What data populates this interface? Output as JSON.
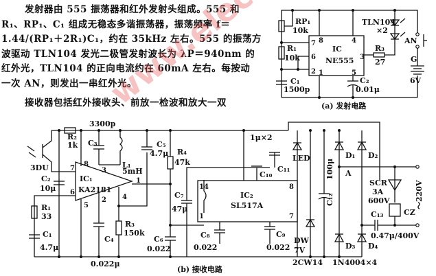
{
  "paragraph": {
    "lines": [
      "发射器由 555 振荡器和红外发射头组成。555 和",
      "R₁、RP₁、C₁ 组成无稳态多谐振荡器，振荡频率 f＝",
      "1.44/(RP₁＋2R₁)C₁，约在 35kHz 左右。555 的振荡方",
      "波驱动 TLN104 发光二极管发射波长为 λP＝940nm 的",
      "红外光，TLN104 的正向电流约在 60mA 左右。每按动",
      "一次 AN，则发出一串红外光。",
      "接收器包括红外接收头、前放一检波和放大一双"
    ]
  },
  "transmitter": {
    "caption": "(a) 发射电路",
    "rp1": "RP₁",
    "rp1_val": "10k",
    "r1": "R₁",
    "r1_val": "10k",
    "c1": "C₁",
    "c1_val": "1500p",
    "ic": "IC",
    "ic_model": "NE555",
    "pins": [
      "7",
      "8",
      "4",
      "6",
      "2",
      "1",
      "3",
      "5"
    ],
    "r3": "R₃",
    "r3_val": "27",
    "led": "TLN104",
    "led_count": "×2",
    "switch": "AN",
    "battery": "G",
    "battery_val": "6V",
    "c2": "C₂",
    "c2_val": "0.01μ"
  },
  "receiver": {
    "caption": "(b) 接收电路",
    "c3_val": "3300p",
    "c3": "C₃",
    "r2": "R₂",
    "r2_val": "1k",
    "q": "3DU",
    "c2": "C₂",
    "c2_val": "10μ",
    "r1": "R₁",
    "r1_val": "33",
    "c1": "C₁",
    "c1_val": "4.7μ",
    "ic1": "IC₁",
    "ic1_model": "KA2181",
    "ic1_pins": [
      "7",
      "8",
      "3",
      "6",
      "5",
      "2",
      "4",
      "1"
    ],
    "l1": "L₁",
    "l1_val": "5mH",
    "c5": "C₅",
    "c5_val": "4.7μ",
    "c4": "C₄",
    "c4_val": "0.022μ",
    "r3": "R₃",
    "r3_val": "150k",
    "r4": "R₄",
    "r4_val": "47k",
    "c7": "C₇",
    "c7_val": "47μ",
    "c6": "C₆",
    "c6_val": "0.022",
    "ic2": "IC₂",
    "ic2_model": "SL517A",
    "ic2_pins": [
      "14",
      "1",
      "8",
      "7"
    ],
    "c8": "C₈",
    "c8_val": "0.022",
    "c9": "C₉",
    "c9_val": "0.022",
    "c10": "C₁₀",
    "c11": "C₁₁",
    "c1011_val": "1μ×2",
    "led": "LED",
    "dw": "DW",
    "dw_val": "7V",
    "dw_model": "2CW14",
    "c12": "C₁₂",
    "c12_val": "100μ",
    "d1": "D₁",
    "d2": "D₂",
    "d3": "D₃",
    "d4": "D₄",
    "diodes_model": "1N4004×4",
    "node_a": "A",
    "scr": "SCR",
    "scr_i": "3A",
    "scr_v": "600V",
    "cz": "CZ",
    "c13": "C₁₃",
    "c13_val": "0.47μ/400V",
    "mains": "～220V"
  },
  "watermark": "www.elecfans.com"
}
